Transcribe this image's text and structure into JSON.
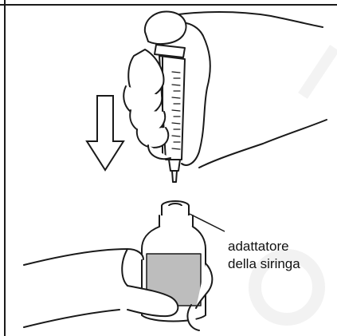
{
  "annotation": {
    "line1": "adattatore",
    "line2": "della siringa"
  },
  "figure": {
    "arrow_direction": "down",
    "icons": [
      "syringe-icon",
      "bottle-icon",
      "down-arrow-icon",
      "hand-icon"
    ]
  },
  "colors": {
    "ink": "#1a1a1a",
    "label_fill": "#bdbdbd",
    "background": "#ffffff",
    "watermark": "#f3f3f3"
  }
}
